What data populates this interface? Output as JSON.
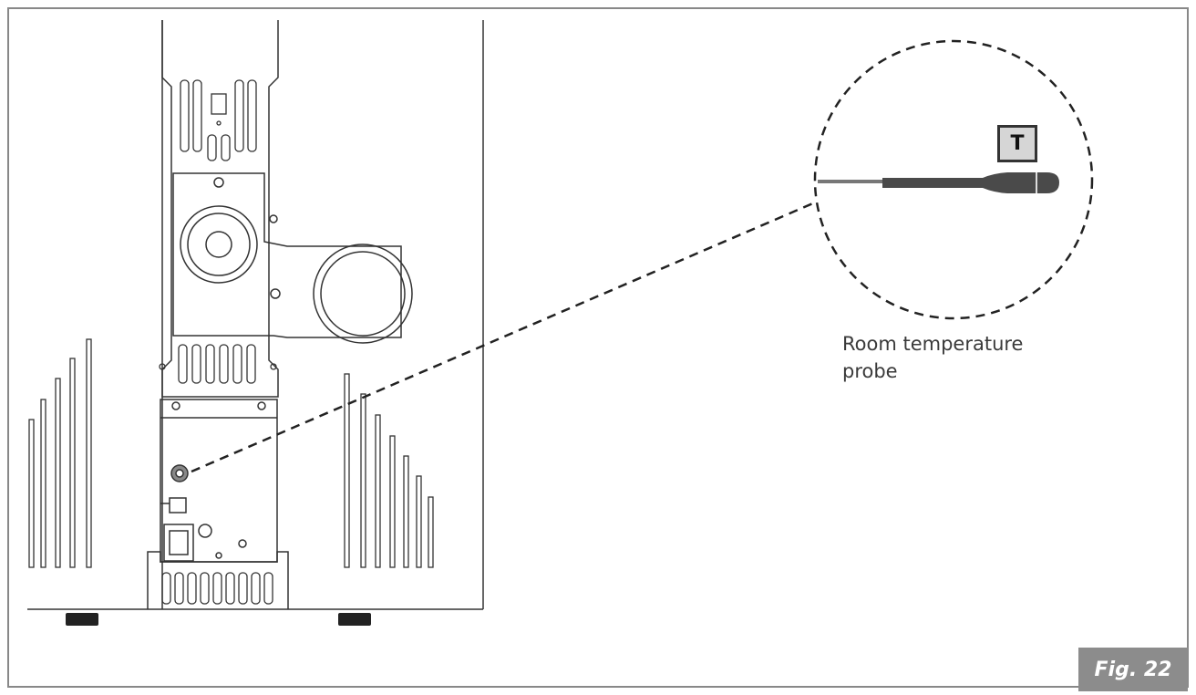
{
  "figure": {
    "callout_label": "Room temperature\nprobe",
    "probe_tag": "T",
    "figure_number": "Fig. 22"
  },
  "colors": {
    "outline": "#333333",
    "probe_handle": "#4a4a4a",
    "badge_bg": "#8c8c8c",
    "tag_bg": "#d6d6d6"
  }
}
